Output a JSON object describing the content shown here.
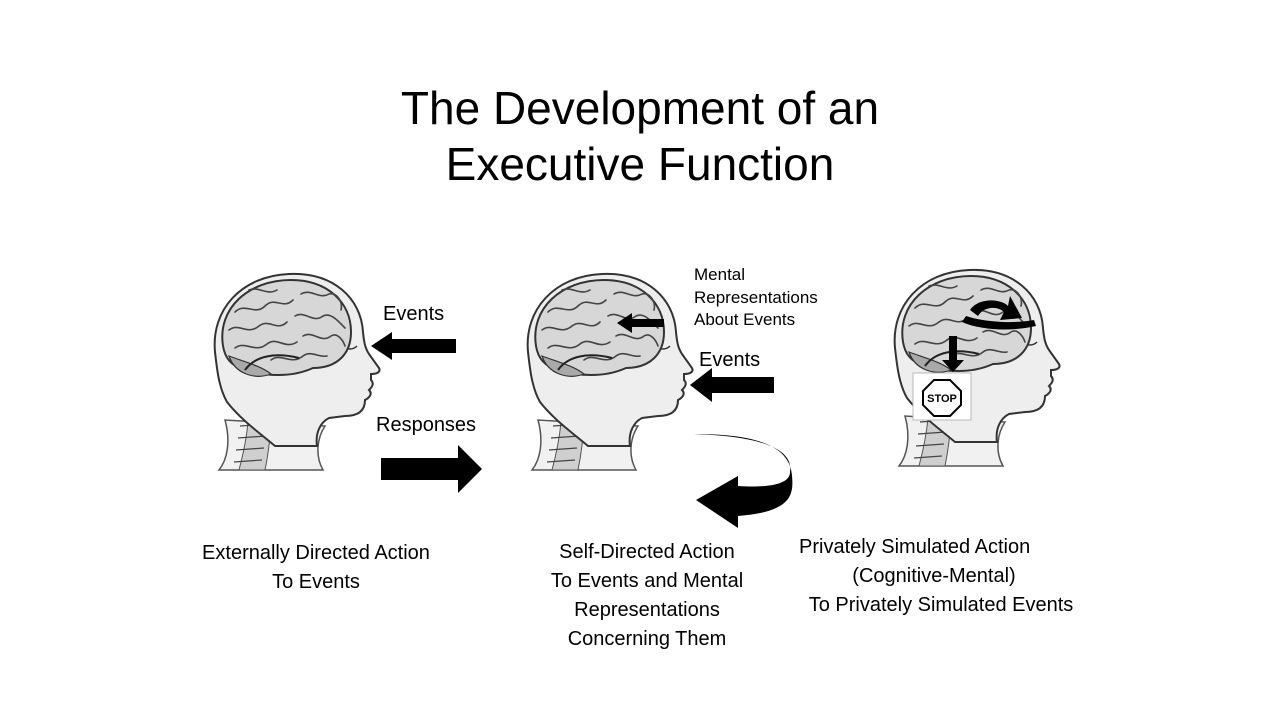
{
  "title": {
    "line1": "The Development of an",
    "line2": "Executive Function"
  },
  "panel1": {
    "events_label": "Events",
    "responses_label": "Responses",
    "caption": [
      "Externally Directed Action",
      "To Events"
    ]
  },
  "panel2": {
    "mental_label": [
      "Mental",
      "Representations",
      "About Events"
    ],
    "events_label": "Events",
    "caption": [
      "Self-Directed Action",
      "To Events and Mental",
      "Representations",
      "Concerning Them"
    ]
  },
  "panel3": {
    "stop_sign": "STOP",
    "caption": [
      "Privately Simulated Action",
      "(Cognitive-Mental)",
      "To Privately Simulated Events"
    ]
  }
}
